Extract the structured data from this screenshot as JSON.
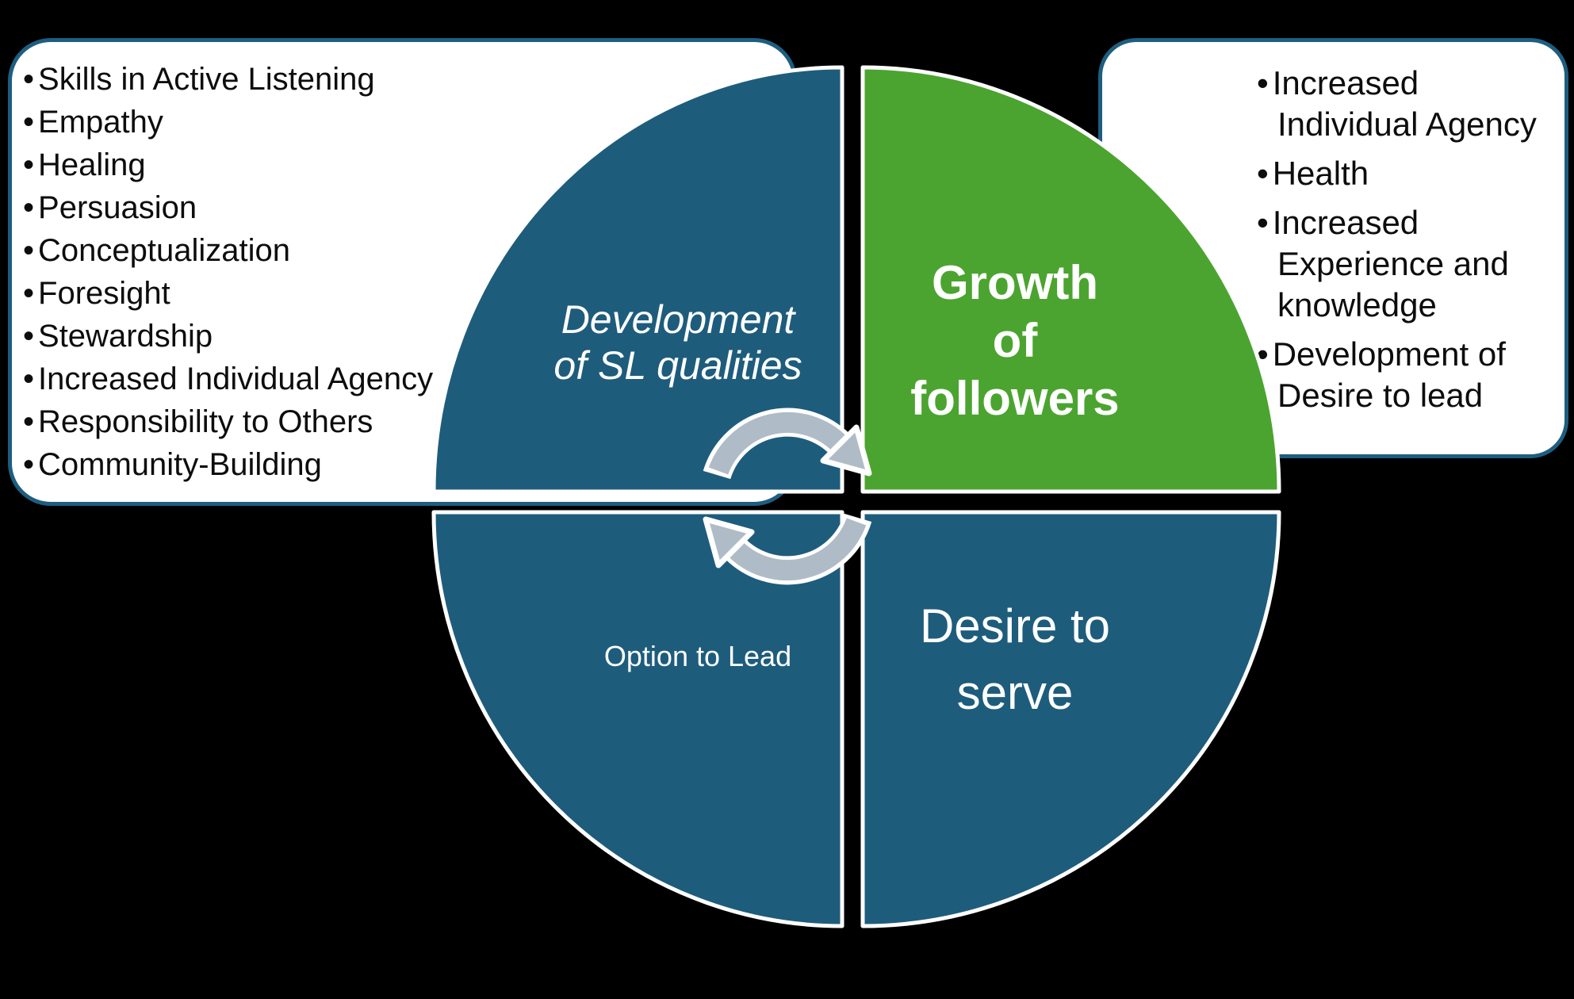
{
  "colors": {
    "quadrant_blue": "#1E5C7C",
    "quadrant_green": "#4BA42F",
    "box_border": "#1D5E80",
    "box_fill": "#FFFFFF",
    "arrow_gray": "#AFBCC7",
    "arrow_outline": "#FFFFFF",
    "bullet_text": "#0D0D0D",
    "label_text": "#FFFFFF",
    "background": "#000000"
  },
  "left_callout": {
    "items": [
      "Skills in Active Listening",
      "Empathy",
      "Healing",
      "Persuasion",
      "Conceptualization",
      "Foresight",
      "Stewardship",
      "Increased Individual Agency",
      "Responsibility to Others",
      "Community-Building"
    ]
  },
  "right_callout": {
    "items": [
      "Increased Individual Agency",
      "Health",
      "Increased Experience and knowledge",
      "Development of Desire to lead"
    ]
  },
  "quadrants": {
    "development": {
      "lines": [
        "Development",
        "of SL qualities"
      ]
    },
    "growth": {
      "lines": [
        "Growth",
        "of",
        "followers"
      ]
    },
    "desire": {
      "lines": [
        "Desire to",
        "serve"
      ]
    },
    "option": {
      "label": "Option to Lead"
    }
  },
  "icons": {
    "center": "cycle-arrows-icon"
  }
}
